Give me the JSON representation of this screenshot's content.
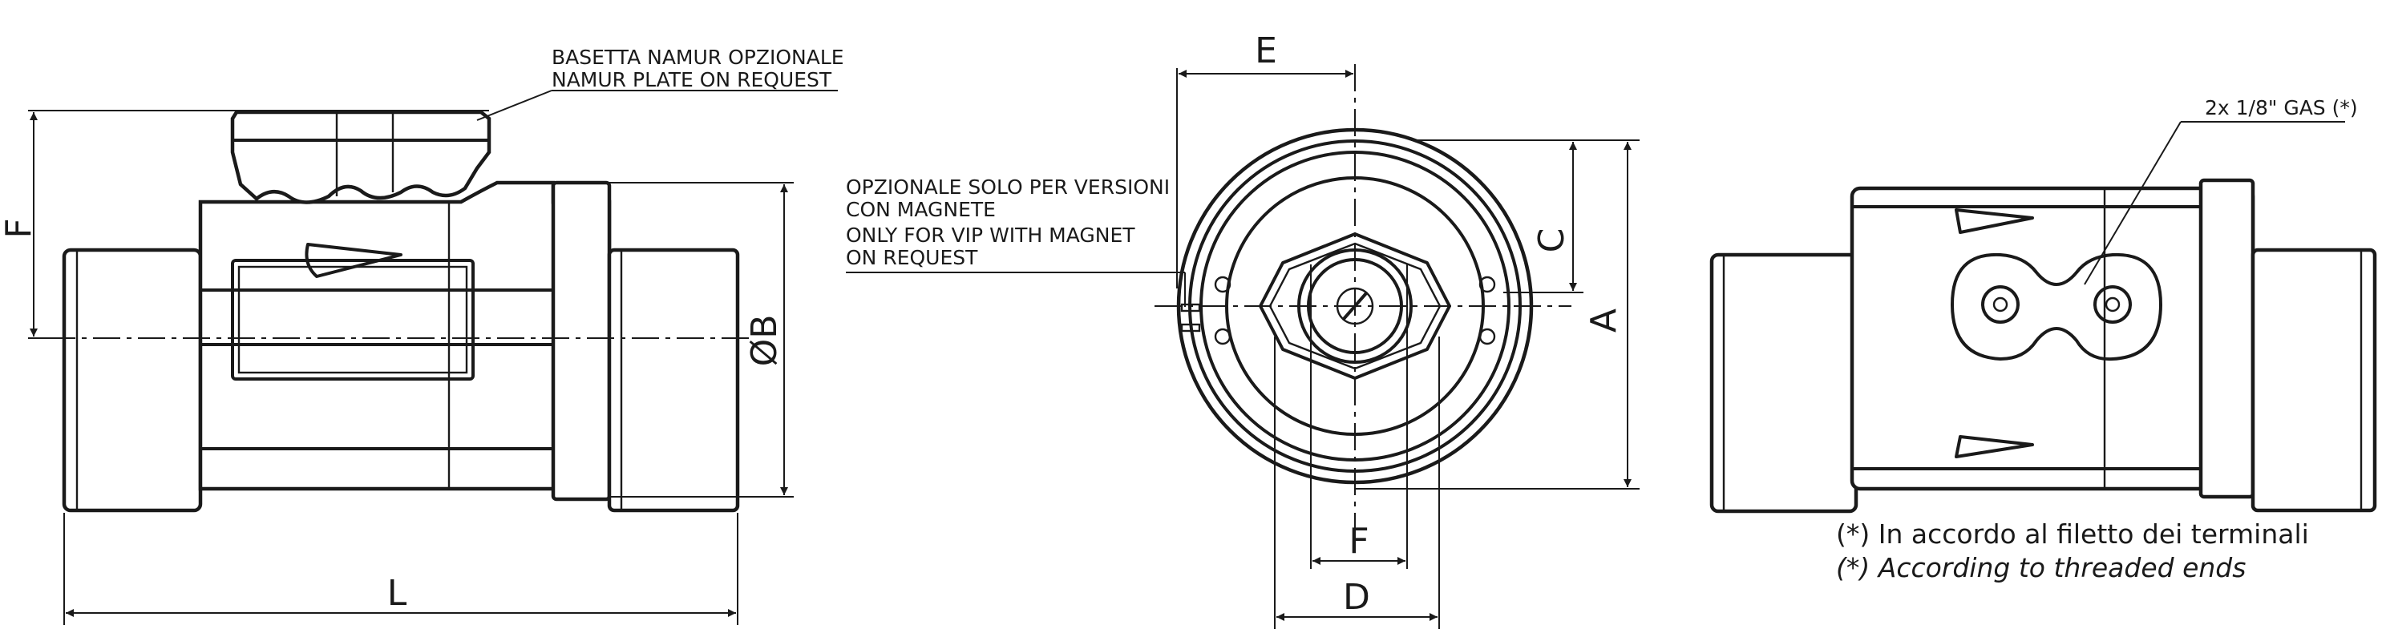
{
  "dimensions": {
    "length": "L",
    "height_f_side": "F",
    "diameter_b": "ØB",
    "width_e": "E",
    "height_c": "C",
    "height_a": "A",
    "width_f_front": "F",
    "width_d": "D"
  },
  "notes": {
    "namur_it": "BASETTA NAMUR OPZIONALE",
    "namur_en": "NAMUR PLATE ON REQUEST",
    "magnet_it_1": "OPZIONALE SOLO PER VERSIONI",
    "magnet_it_2": "CON MAGNETE",
    "magnet_en_1": "ONLY FOR VIP WITH MAGNET",
    "magnet_en_2": "ON REQUEST",
    "gas_ports": "2x 1/8\" GAS (*)"
  },
  "footnotes": {
    "it": "(*) In accordo al filetto dei terminali",
    "en": "(*) According to threaded ends"
  }
}
